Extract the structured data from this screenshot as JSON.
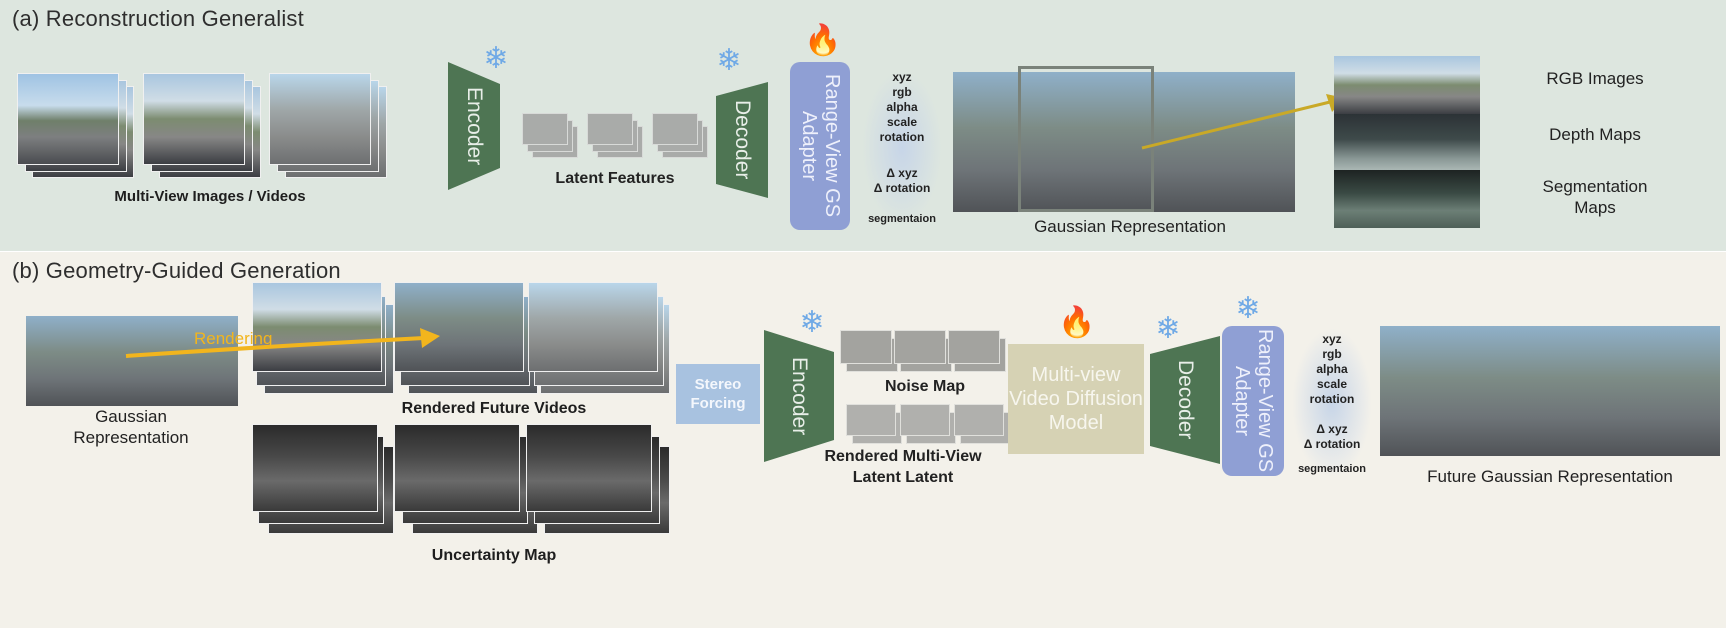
{
  "panel_a": {
    "title": "(a) Reconstruction Generalist",
    "input_label": "Multi-View Images / Videos",
    "encoder": "Encoder",
    "latent_label": "Latent Features",
    "decoder": "Decoder",
    "adapter": "Range-View GS Adapter",
    "attrs": [
      "xyz",
      "rgb",
      "alpha",
      "scale",
      "rotation"
    ],
    "delta_attrs": [
      "Δ xyz",
      "Δ rotation"
    ],
    "seg_attr": "segmentaion",
    "gaussian_label": "Gaussian Representation",
    "outputs": [
      "RGB Images",
      "Depth Maps",
      "Segmentation Maps"
    ]
  },
  "panel_b": {
    "title": "(b) Geometry-Guided Generation",
    "gaussian_label": "Gaussian Representation",
    "rendering_label": "Rendering",
    "rendered_videos_label": "Rendered Future Videos",
    "uncertainty_label": "Uncertainty Map",
    "stereo_forcing": "Stereo Forcing",
    "encoder": "Encoder",
    "noise_label": "Noise Map",
    "rendered_latent_label": "Rendered Multi-View Latent Latent",
    "diffusion": "Multi-view Video Diffusion Model",
    "decoder": "Decoder",
    "adapter": "Range-View GS Adapter",
    "attrs": [
      "xyz",
      "rgb",
      "alpha",
      "scale",
      "rotation"
    ],
    "delta_attrs": [
      "Δ xyz",
      "Δ rotation"
    ],
    "seg_attr": "segmentaion",
    "future_label": "Future Gaussian Representation"
  },
  "icons": {
    "frozen": "snowflake-icon",
    "trainable": "flame-icon"
  },
  "colors": {
    "panel_a_bg": "#dde6df",
    "panel_b_bg": "#f3f1ea",
    "encoder_green": "#4e7553",
    "adapter_blue": "#8f9fd4",
    "diffusion_tan": "#d6d2b4",
    "stereo_blue": "#a8c2e0",
    "arrow_gold": "#c9a927",
    "render_arrow": "#f2b51d"
  }
}
